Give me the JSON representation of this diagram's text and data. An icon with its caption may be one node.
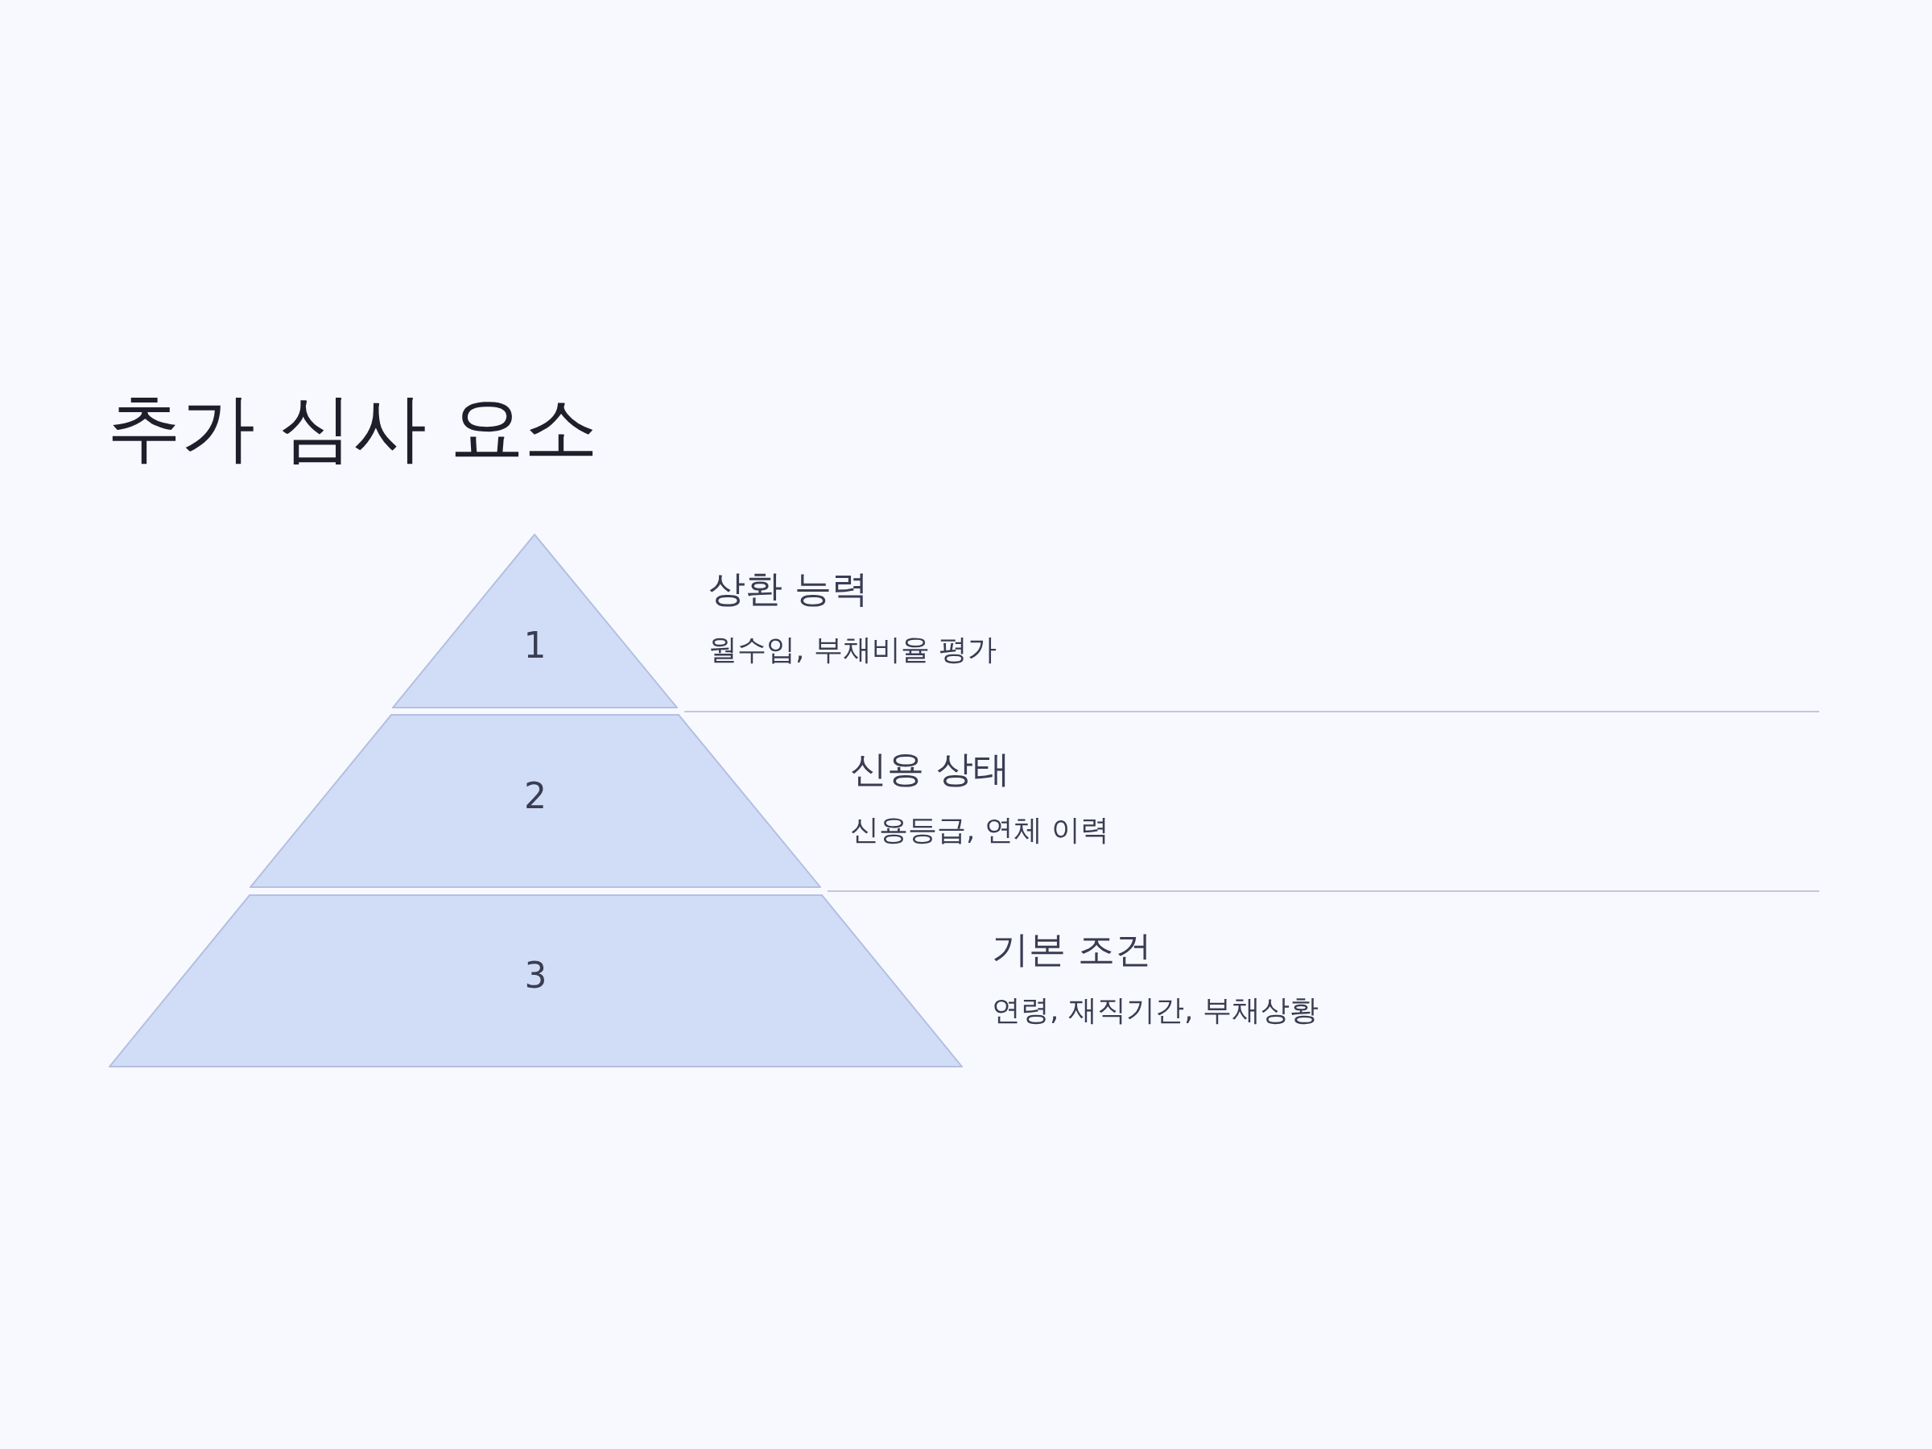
{
  "diagram": {
    "title": "추가 심사 요소",
    "nodes": [
      {
        "text": [
          "1"
        ],
        "beside": [
          "상환 능력",
          "월수입, 부채비율 평가"
        ]
      },
      {
        "text": [
          "2"
        ],
        "beside": [
          "신용 상태",
          "신용등급, 연체 이력"
        ]
      },
      {
        "text": [
          "3"
        ],
        "beside": [
          "기본 조건",
          "연령, 재직기간, 부채상황"
        ]
      }
    ]
  }
}
